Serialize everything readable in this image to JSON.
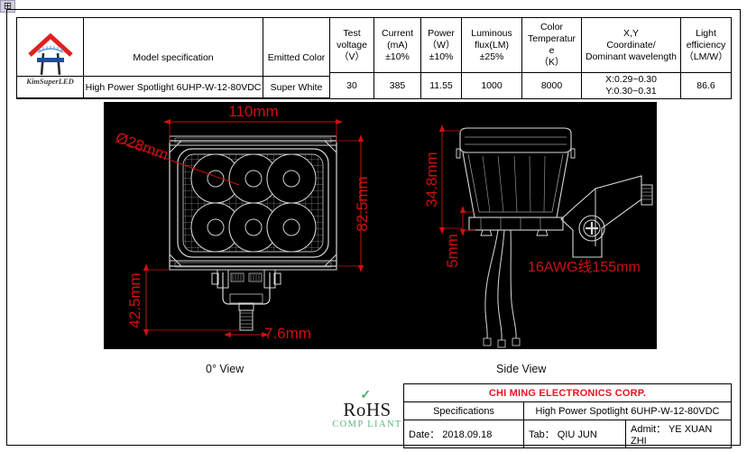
{
  "corner": {
    "handle_glyph": "⊞"
  },
  "spec_table": {
    "logo": {
      "brand_text": "KimSuperLED",
      "roof_color": "#e02020",
      "bar_color": "#1b4f9c"
    },
    "headers": [
      "Model specification",
      "Emitted Color",
      "Test\nvoltage\n（V）",
      "Current\n(mA)\n±10%",
      "Power\n（W）\n±10%",
      "Luminous\nflux(LM)\n±25%",
      "Color\nTemperature\n（K）",
      "X,Y\nCoordinate/\nDominant wavelength",
      "Light\nefficiency\n（LM/W）"
    ],
    "header_lines": {
      "model": "Model specification",
      "emitted_color": "Emitted Color",
      "test_voltage": [
        "Test",
        "voltage",
        "（V）"
      ],
      "current": [
        "Current",
        "(mA)",
        "±10%"
      ],
      "power": [
        "Power",
        "（W）",
        "±10%"
      ],
      "luminous_flux": [
        "Luminous",
        "flux(LM)",
        "±25%"
      ],
      "color_temp": [
        "Color",
        "Temperatur",
        "e",
        "（K）"
      ],
      "xy_coord": [
        "X,Y",
        "Coordinate/",
        "Dominant wavelength"
      ],
      "light_eff": [
        "Light",
        "efficiency",
        "（LM/W）"
      ]
    },
    "values": {
      "model": "High Power Spotlight 6UHP-W-12-80VDC",
      "emitted_color": "Super White",
      "test_voltage": "30",
      "current": "385",
      "power": "11.55",
      "luminous_flux": "1000",
      "color_temp": "8000",
      "xy_coord": "X:0.29~0.30 Y:0.30~0.31",
      "light_eff": "86.6"
    }
  },
  "drawing": {
    "background_color": "#000000",
    "dimension_color": "#cc1111",
    "line_color": "#d8d8d8",
    "front_view": {
      "width_label": "110mm",
      "height_label": "82.5mm",
      "led_diameter_label": "Ø28mm",
      "bracket_height_label": "42.5mm",
      "stud_label": "7.6mm",
      "led_count": 6,
      "led_rows": 2,
      "led_cols": 3
    },
    "side_view": {
      "body_height_label": "34.8mm",
      "lip_label": "5mm",
      "wire_label": "16AWG线155mm"
    }
  },
  "captions": {
    "front": "0° View",
    "side": "Side View"
  },
  "rohs": {
    "word": "RoHS",
    "check_glyph": "✓",
    "sub": "COMP LIANT",
    "color": "#5fb37f"
  },
  "title_block": {
    "company": "CHI MING ELECTRONICS CORP.",
    "company_color": "#e8141e",
    "spec_label": "Specifications",
    "spec_value": "High Power Spotlight 6UHP-W-12-80VDC",
    "date": "Date：  2018.09.18",
    "tab": "Tab：  QIU JUN",
    "admit": "Admit：  YE XUAN ZHI"
  }
}
